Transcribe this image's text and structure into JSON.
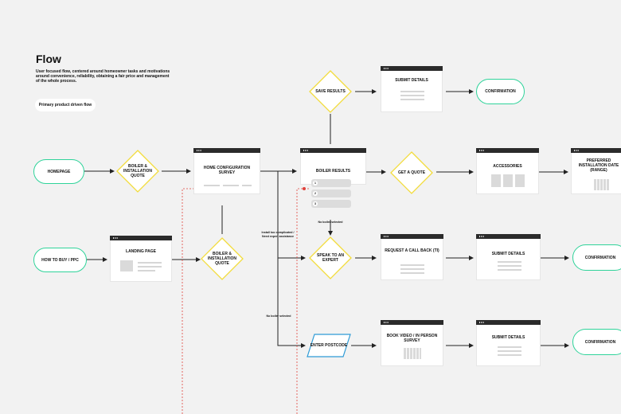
{
  "header": {
    "title": "Flow",
    "description": "User focused flow, centered around homeowner tasks and motivations around convenience, reliability, obtaining a fair price and management of the whole process.",
    "tag": "Primary product driven flow"
  },
  "terminals": {
    "homepage": "HOMEPAGE",
    "how_to_buy": "HOW TO BUY / PPC",
    "confirmation_top": "CONFIRMATION",
    "confirmation_mid": "CONFIRMATION",
    "confirmation_bottom": "CONFIRMATION"
  },
  "decisions": {
    "boiler_quote_top": "BOILER & INSTALLATION QUOTE",
    "boiler_quote_mid": "BOILER & INSTALLATION QUOTE",
    "save_results": "SAVE RESULTS",
    "get_a_quote": "GET A QUOTE",
    "speak_to_expert": "SPEAK TO AN EXPERT",
    "enter_postcode": "ENTER POSTCODE"
  },
  "screens": {
    "home_survey": "HOME CONFIGURATION SURVEY",
    "boiler_results": "BOILER RESULTS",
    "submit_details_top": "SUBMIT DETAILS",
    "accessories": "ACCESSORIES",
    "preferred_date": "PREFERRED INSTALLATION DATE (RANGE)",
    "landing_page": "LANDING PAGE",
    "request_call_back": "REQUEST A CALL BACK (TI)",
    "submit_details_mid": "SUBMIT DETAILS",
    "book_video": "BOOK VIDEO / IN PERSON SURVEY",
    "submit_details_bottom": "SUBMIT DETAILS"
  },
  "result_options": [
    "1",
    "2",
    "3"
  ],
  "notes": {
    "no_boiler_selected_1": "No boiler selected",
    "install_complicated": "Install too complicated / Need expert assistance",
    "no_boiler_selected_2": "No boiler selected"
  },
  "colors": {
    "background": "#f2f2f2",
    "terminal_border": "#2fd39a",
    "decision_border": "#f2dc3c",
    "postcode_border": "#2e9bd6",
    "window_bar": "#2b2b2b",
    "dashed_line": "#e0413b"
  }
}
